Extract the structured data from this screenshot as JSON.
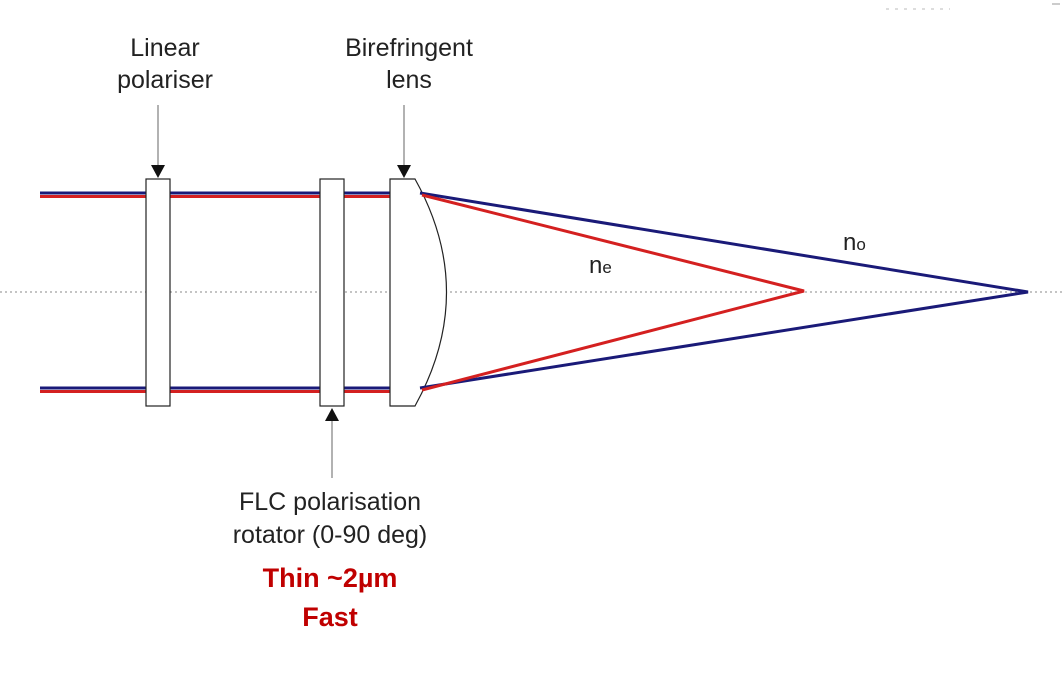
{
  "labels": {
    "polariser_line1": "Linear",
    "polariser_line2": "polariser",
    "lens_line1": "Birefringent",
    "lens_line2": "lens",
    "rotator_line1": "FLC polarisation",
    "rotator_line2": "rotator (0-90 deg)",
    "rotator_note1": "Thin ~2µm",
    "rotator_note2": "Fast",
    "ne_main": "n",
    "ne_sub": "e",
    "no_main": "n",
    "no_sub": "o"
  },
  "colors": {
    "extraordinary_ray": "#d42020",
    "ordinary_ray": "#1a1a78",
    "note_text": "#c00000",
    "outline": "#222222",
    "axis": "#888888"
  }
}
